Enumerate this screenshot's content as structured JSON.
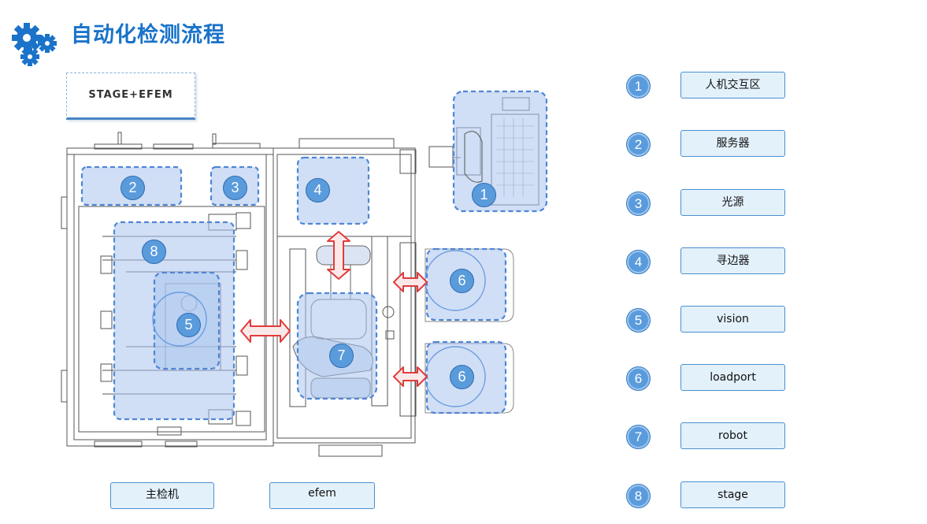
{
  "header": {
    "title": "自动化检测流程",
    "icon": "gears-icon"
  },
  "stage_box": {
    "label": "STAGE+EFEM"
  },
  "zones": [
    {
      "num": "1"
    },
    {
      "num": "2"
    },
    {
      "num": "3"
    },
    {
      "num": "4"
    },
    {
      "num": "5"
    },
    {
      "num": "6"
    },
    {
      "num": "6"
    },
    {
      "num": "7"
    },
    {
      "num": "8"
    }
  ],
  "legend": [
    {
      "num": "1",
      "label": "人机交互区"
    },
    {
      "num": "2",
      "label": "服务器"
    },
    {
      "num": "3",
      "label": "光源"
    },
    {
      "num": "4",
      "label": "寻边器"
    },
    {
      "num": "5",
      "label": "vision"
    },
    {
      "num": "6",
      "label": "loadport"
    },
    {
      "num": "7",
      "label": "robot"
    },
    {
      "num": "8",
      "label": "stage"
    }
  ],
  "bottom_labels": {
    "main": "主检机",
    "efem": "efem"
  },
  "colors": {
    "accent": "#1a73c9",
    "zone_fill": "#a9c4ee",
    "arrow": "#e23b3b",
    "box_fill": "#e3f1fb"
  }
}
